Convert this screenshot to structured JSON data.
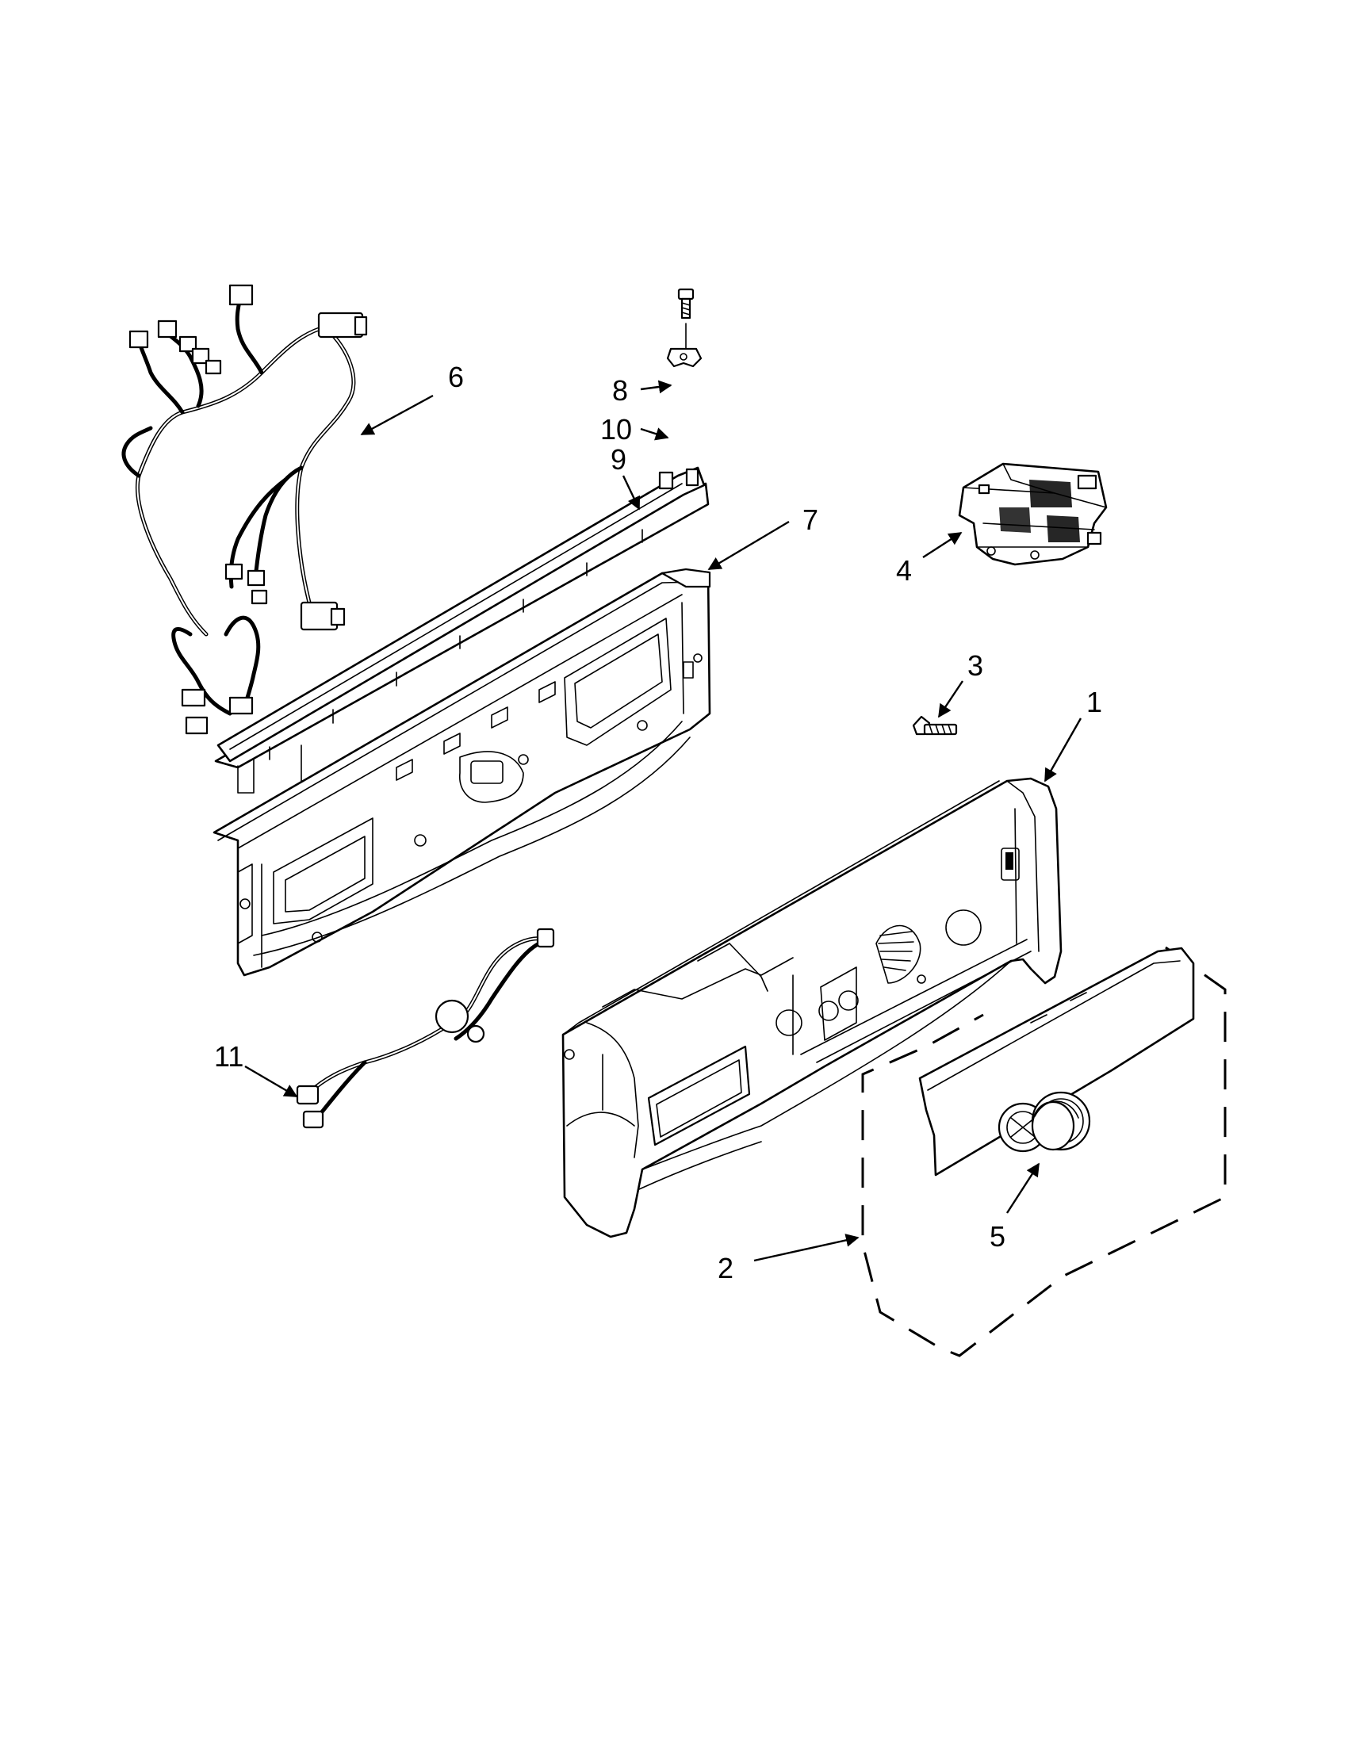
{
  "diagram": {
    "type": "exploded parts diagram",
    "callouts": [
      {
        "id": "1",
        "label": "1"
      },
      {
        "id": "2",
        "label": "2"
      },
      {
        "id": "3",
        "label": "3"
      },
      {
        "id": "4",
        "label": "4"
      },
      {
        "id": "5",
        "label": "5"
      },
      {
        "id": "6",
        "label": "6"
      },
      {
        "id": "7",
        "label": "7"
      },
      {
        "id": "8",
        "label": "8"
      },
      {
        "id": "9",
        "label": "9"
      },
      {
        "id": "10",
        "label": "10"
      },
      {
        "id": "11",
        "label": "11"
      }
    ],
    "parts": [
      {
        "callout": "1",
        "name": "console-icon"
      },
      {
        "callout": "2",
        "name": "user-interface-assembly-icon"
      },
      {
        "callout": "3",
        "name": "screw-icon"
      },
      {
        "callout": "4",
        "name": "control-board-icon"
      },
      {
        "callout": "5",
        "name": "knob-icon"
      },
      {
        "callout": "6",
        "name": "wire-harness-icon"
      },
      {
        "callout": "7",
        "name": "console-bracket-icon"
      },
      {
        "callout": "8",
        "name": "screw-icon"
      },
      {
        "callout": "9",
        "name": "wire-guide-icon"
      },
      {
        "callout": "10",
        "name": "clip-icon"
      },
      {
        "callout": "11",
        "name": "wire-harness-icon"
      }
    ]
  }
}
